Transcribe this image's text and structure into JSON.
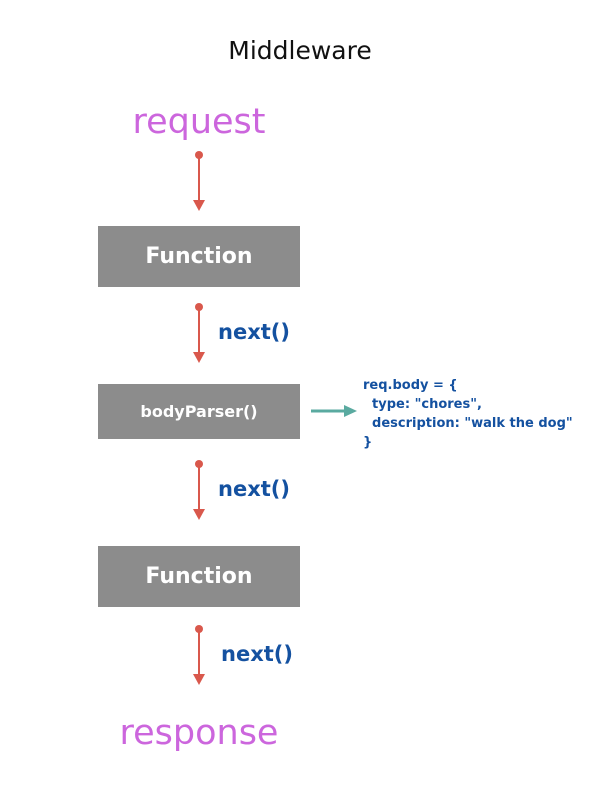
{
  "diagram": {
    "title": "Middleware",
    "request_label": "request",
    "response_label": "response",
    "steps": [
      {
        "label": "Function"
      },
      {
        "label": "bodyParser()"
      },
      {
        "label": "Function"
      }
    ],
    "next_labels": [
      "next()",
      "next()",
      "next()"
    ],
    "code": {
      "lines": [
        "req.body = {",
        "  type: \"chores\",",
        "  description: \"walk the dog\"",
        "}"
      ]
    },
    "colors": {
      "endpoint": "#cc66dd",
      "box": "#8c8c8c",
      "box_text": "#ffffff",
      "arrow": "#d9584c",
      "side_arrow": "#5aaaa0",
      "label": "#1451a0"
    }
  }
}
